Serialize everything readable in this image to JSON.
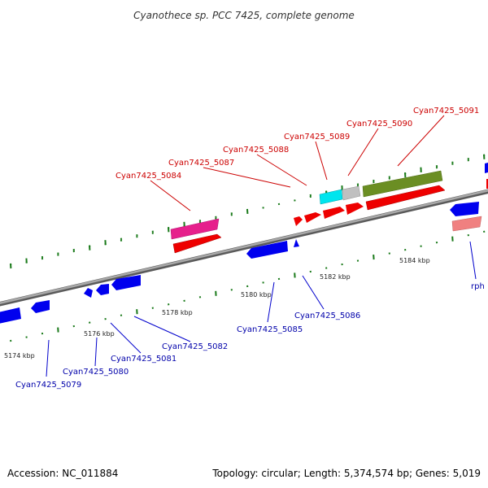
{
  "title": "Cyanothece sp. PCC 7425, complete genome",
  "footer": {
    "accession": "Accession: NC_011884",
    "summary": "Topology: circular; Length: 5,374,574 bp; Genes: 5,019"
  },
  "colors": {
    "backbone": "#8c8c8c",
    "tick": "#1a7a1a",
    "forward_label": "#cc0000",
    "reverse_label": "#0000aa",
    "reverse_gene": "#0000ee"
  },
  "scale": {
    "ticks": [
      {
        "label": "5174 kbp"
      },
      {
        "label": "5176 kbp"
      },
      {
        "label": "5178 kbp"
      },
      {
        "label": "5180 kbp"
      },
      {
        "label": "5182 kbp"
      },
      {
        "label": "5184 kbp"
      }
    ]
  },
  "forward_labels": [
    {
      "id": "f5084",
      "text": "Cyan7425_5084"
    },
    {
      "id": "f5087",
      "text": "Cyan7425_5087"
    },
    {
      "id": "f5088",
      "text": "Cyan7425_5088"
    },
    {
      "id": "f5089",
      "text": "Cyan7425_5089"
    },
    {
      "id": "f5090",
      "text": "Cyan7425_5090"
    },
    {
      "id": "f5091",
      "text": "Cyan7425_5091"
    }
  ],
  "reverse_labels": [
    {
      "id": "r5079",
      "text": "Cyan7425_5079"
    },
    {
      "id": "r5080",
      "text": "Cyan7425_5080"
    },
    {
      "id": "r5081",
      "text": "Cyan7425_5081"
    },
    {
      "id": "r5082",
      "text": "Cyan7425_5082"
    },
    {
      "id": "r5085",
      "text": "Cyan7425_5085"
    },
    {
      "id": "r5086",
      "text": "Cyan7425_5086"
    },
    {
      "id": "rph",
      "text": "rph"
    }
  ]
}
